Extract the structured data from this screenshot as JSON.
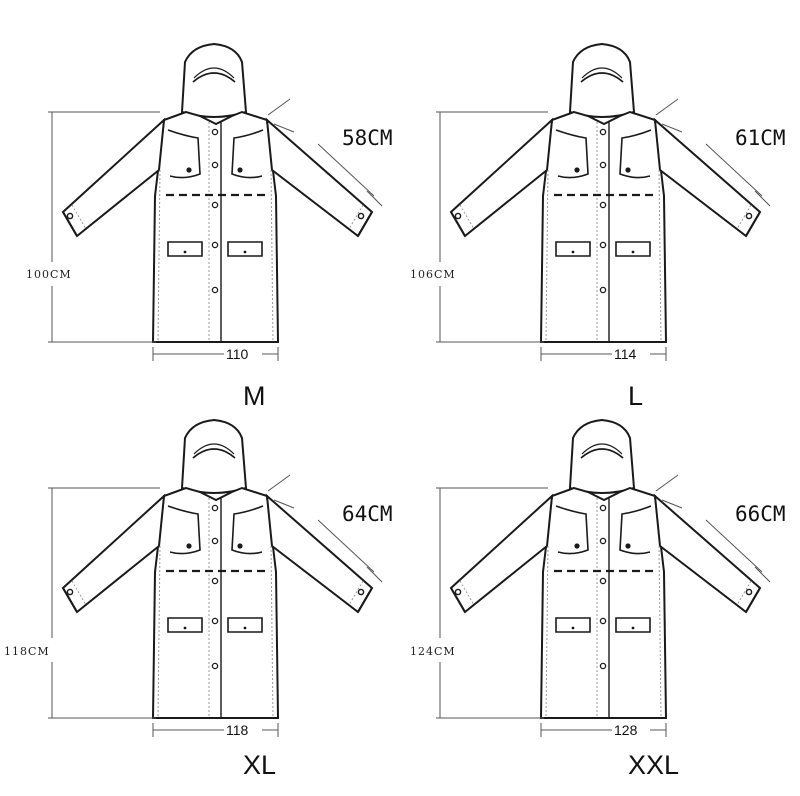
{
  "panels": [
    {
      "size": "M",
      "sleeve": "58CM",
      "length": "100CM",
      "width": "110"
    },
    {
      "size": "L",
      "sleeve": "61CM",
      "length": "106CM",
      "width": "114"
    },
    {
      "size": "XL",
      "sleeve": "64CM",
      "length": "118CM",
      "width": "118"
    },
    {
      "size": "XXL",
      "sleeve": "66CM",
      "length": "124CM",
      "width": "128"
    }
  ],
  "colors": {
    "line": "#1a1a1a",
    "dim": "#555555",
    "seam": "#9a9a9a",
    "background": "#ffffff"
  }
}
